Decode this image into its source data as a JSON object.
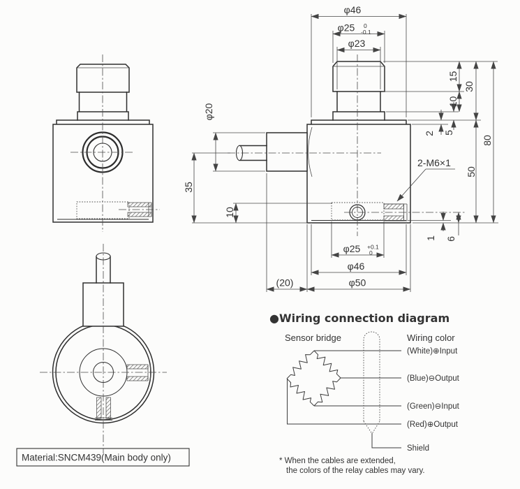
{
  "dims": {
    "phi46_top": "φ46",
    "phi25_top": "φ25",
    "phi25_top_tol_u": "0",
    "phi25_top_tol_l": "-0.1",
    "phi23": "φ23",
    "phi20": "φ20",
    "len15": "15",
    "len30": "30",
    "len10_right": "10",
    "len2": "2",
    "len5": "5",
    "len80": "80",
    "len50": "50",
    "len35": "35",
    "len10_left": "10",
    "len1": "1",
    "len6": "6",
    "thread_note": "2-M6×1",
    "phi25_bottom": "φ25",
    "phi25_bottom_tol_u": "+0.1",
    "phi25_bottom_tol_l": "0",
    "phi46_bottom": "φ46",
    "phi50": "φ50",
    "len20_ref": "(20)"
  },
  "material": {
    "label": "Material:SNCM439(Main body only)"
  },
  "wiring": {
    "title": "●Wiring connection diagram",
    "bridge_label": "Sensor bridge",
    "color_label": "Wiring color",
    "labels": [
      "(White)⊕Input",
      "(Blue)⊖Output",
      "(Green)⊖Input",
      "(Red)⊕Output",
      "Shield"
    ],
    "note_line1": "* When the cables are extended,",
    "note_line2": "the colors of the relay cables may vary."
  }
}
